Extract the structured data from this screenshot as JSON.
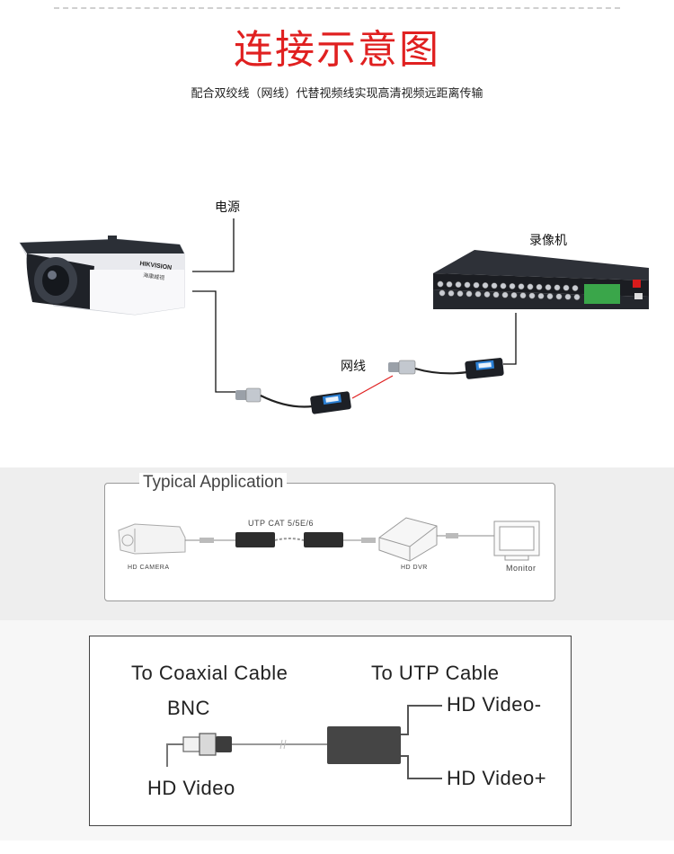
{
  "header": {
    "title": "连接示意图",
    "subtitle": "配合双绞线（网线）代替视频线实现高清视频远距离传输"
  },
  "diagram1": {
    "power_label": "电源",
    "dvr_label": "录像机",
    "cable_label": "网线",
    "camera_brand_en": "HIKVISION",
    "camera_brand_cn": "海康威视"
  },
  "typical_application": {
    "title": "Typical Application",
    "cable_label": "UTP CAT 5/5E/6",
    "camera_label": "HD CAMERA",
    "dvr_label": "HD DVR",
    "monitor_label": "Monitor"
  },
  "wiring": {
    "coaxial_label": "To Coaxial Cable",
    "utp_label": "To UTP Cable",
    "bnc_label": "BNC",
    "hd_video_label": "HD Video",
    "hd_video_minus_label": "HD Video-",
    "hd_video_plus_label": "HD Video+"
  },
  "colors": {
    "title_red": "#e02020",
    "balun_blue": "#2a7fd4",
    "terminal_green": "#3aa64a"
  }
}
